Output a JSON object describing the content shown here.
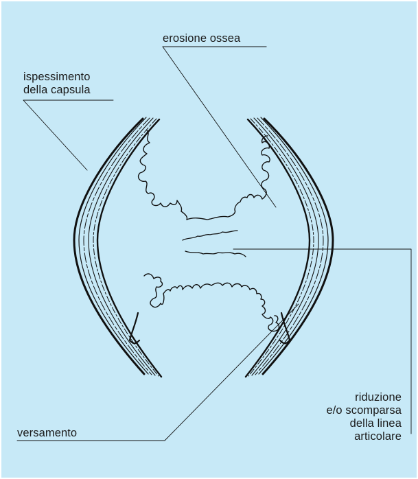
{
  "labels": {
    "erosion": "erosione ossea",
    "capsule_line1": "ispessimento",
    "capsule_line2": "della capsula",
    "effusion": "versamento",
    "joint_line1": "riduzione",
    "joint_line2": "e/o scomparsa",
    "joint_line3": "della linea",
    "joint_line4": "articolare"
  },
  "colors": {
    "background": "#c7e9f7",
    "ink": "#1a1a1a"
  }
}
